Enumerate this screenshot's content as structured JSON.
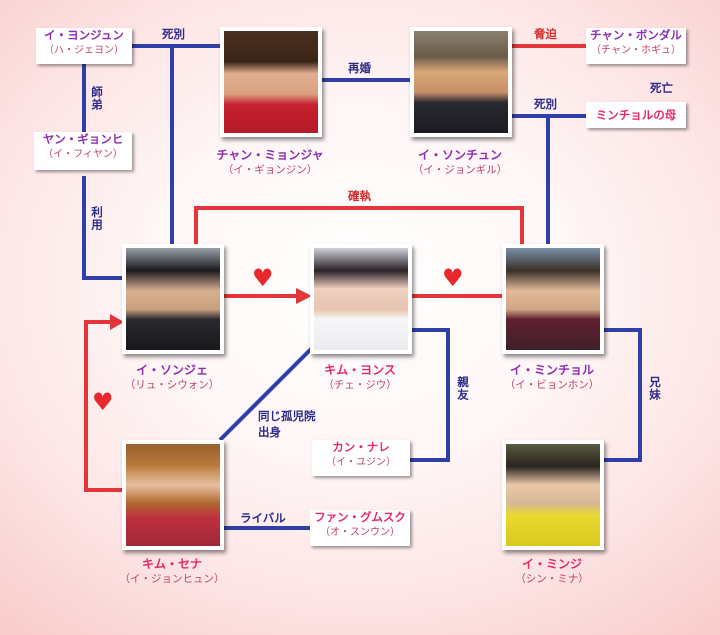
{
  "colors": {
    "blue_line": "#2f3fa8",
    "red_line": "#e2363a",
    "name_purple": "#8e2cb4",
    "name_pink": "#e8286c",
    "actor": "#c04070",
    "heart": "#e8282c"
  },
  "characters": {
    "yi_yongjun": {
      "name": "イ・ヨンジュン",
      "actor": "（ハ・ジェヨン）"
    },
    "yang_gyonhi": {
      "name": "ヤン・ギョンヒ",
      "actor": "（イ・フィヤン）"
    },
    "chan_myonja": {
      "name": "チャン・ミョンジャ",
      "actor": "（イ・ギョンジン）"
    },
    "yi_sonchun": {
      "name": "イ・ソンチュン",
      "actor": "（イ・ジョンギル）"
    },
    "chan_bondaru": {
      "name": "チャン・ボンダル",
      "actor": "（チャン・ホギュ）"
    },
    "minchol_mother": {
      "name": "ミンチョルの母"
    },
    "yi_sonje": {
      "name": "イ・ソンジェ",
      "actor": "（リュ・シウォン）"
    },
    "kim_yonsu": {
      "name": "キム・ヨンス",
      "actor": "（チェ・ジウ）"
    },
    "yi_minchol": {
      "name": "イ・ミンチョル",
      "actor": "（イ・ビョンホン）"
    },
    "kang_nare": {
      "name": "カン・ナレ",
      "actor": "（イ・ユジン）"
    },
    "kim_sena": {
      "name": "キム・セナ",
      "actor": "（イ・ジョンヒュン）"
    },
    "fan_gumusuku": {
      "name": "ファン・グムスク",
      "actor": "（オ・スンウン）"
    },
    "yi_minji": {
      "name": "イ・ミンジ",
      "actor": "（シン・ミナ）"
    }
  },
  "relations": {
    "shibetsu_1": "死別",
    "sokuhaku": "脅迫",
    "saikon": "再婚",
    "shibo": "死亡",
    "shibetsu_2": "死別",
    "shitei": "師弟",
    "riyo": "利用",
    "kakushitsu": "確執",
    "shinyu": "親友",
    "kyomai": "兄妹",
    "kojiin": "同じ孤児院\n出身",
    "rival": "ライバル"
  },
  "hearts": [
    "♥",
    "♥",
    "♥"
  ]
}
